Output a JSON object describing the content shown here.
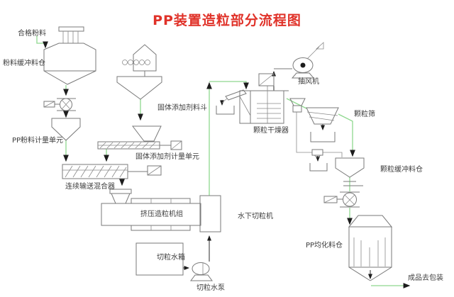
{
  "title": "PP装置造粒部分流程图",
  "colors": {
    "title": "#e03229",
    "flow_line": "#8fd88f",
    "equipment_line": "#7a7a7a",
    "label_text": "#3d3d3d",
    "background": "#ffffff"
  },
  "labels": {
    "qualified_powder": "合格粉料",
    "powder_buffer_silo": "粉料缓冲料仓",
    "pp_powder_metering_unit": "PP粉料计量单元",
    "solid_additive_hopper": "固体添加剂料斗",
    "solid_additive_metering_unit": "固体添加剂计量单元",
    "continuous_conveying_mixer": "连续输送混合器",
    "extrusion_pelletizing_unit": "挤压造粒机组",
    "pellet_water_tank": "切粒水箱",
    "pellet_water_pump": "切粒水泵",
    "underwater_pelletizer": "水下切粒机",
    "pellet_dryer": "颗粒干燥器",
    "exhaust_fan": "抽风机",
    "pellet_sieve": "颗粒筛",
    "pellet_buffer_silo": "颗粒缓冲料仓",
    "pp_homogenizing_silo": "PP均化料仓",
    "product_to_packaging": "成品去包装"
  }
}
